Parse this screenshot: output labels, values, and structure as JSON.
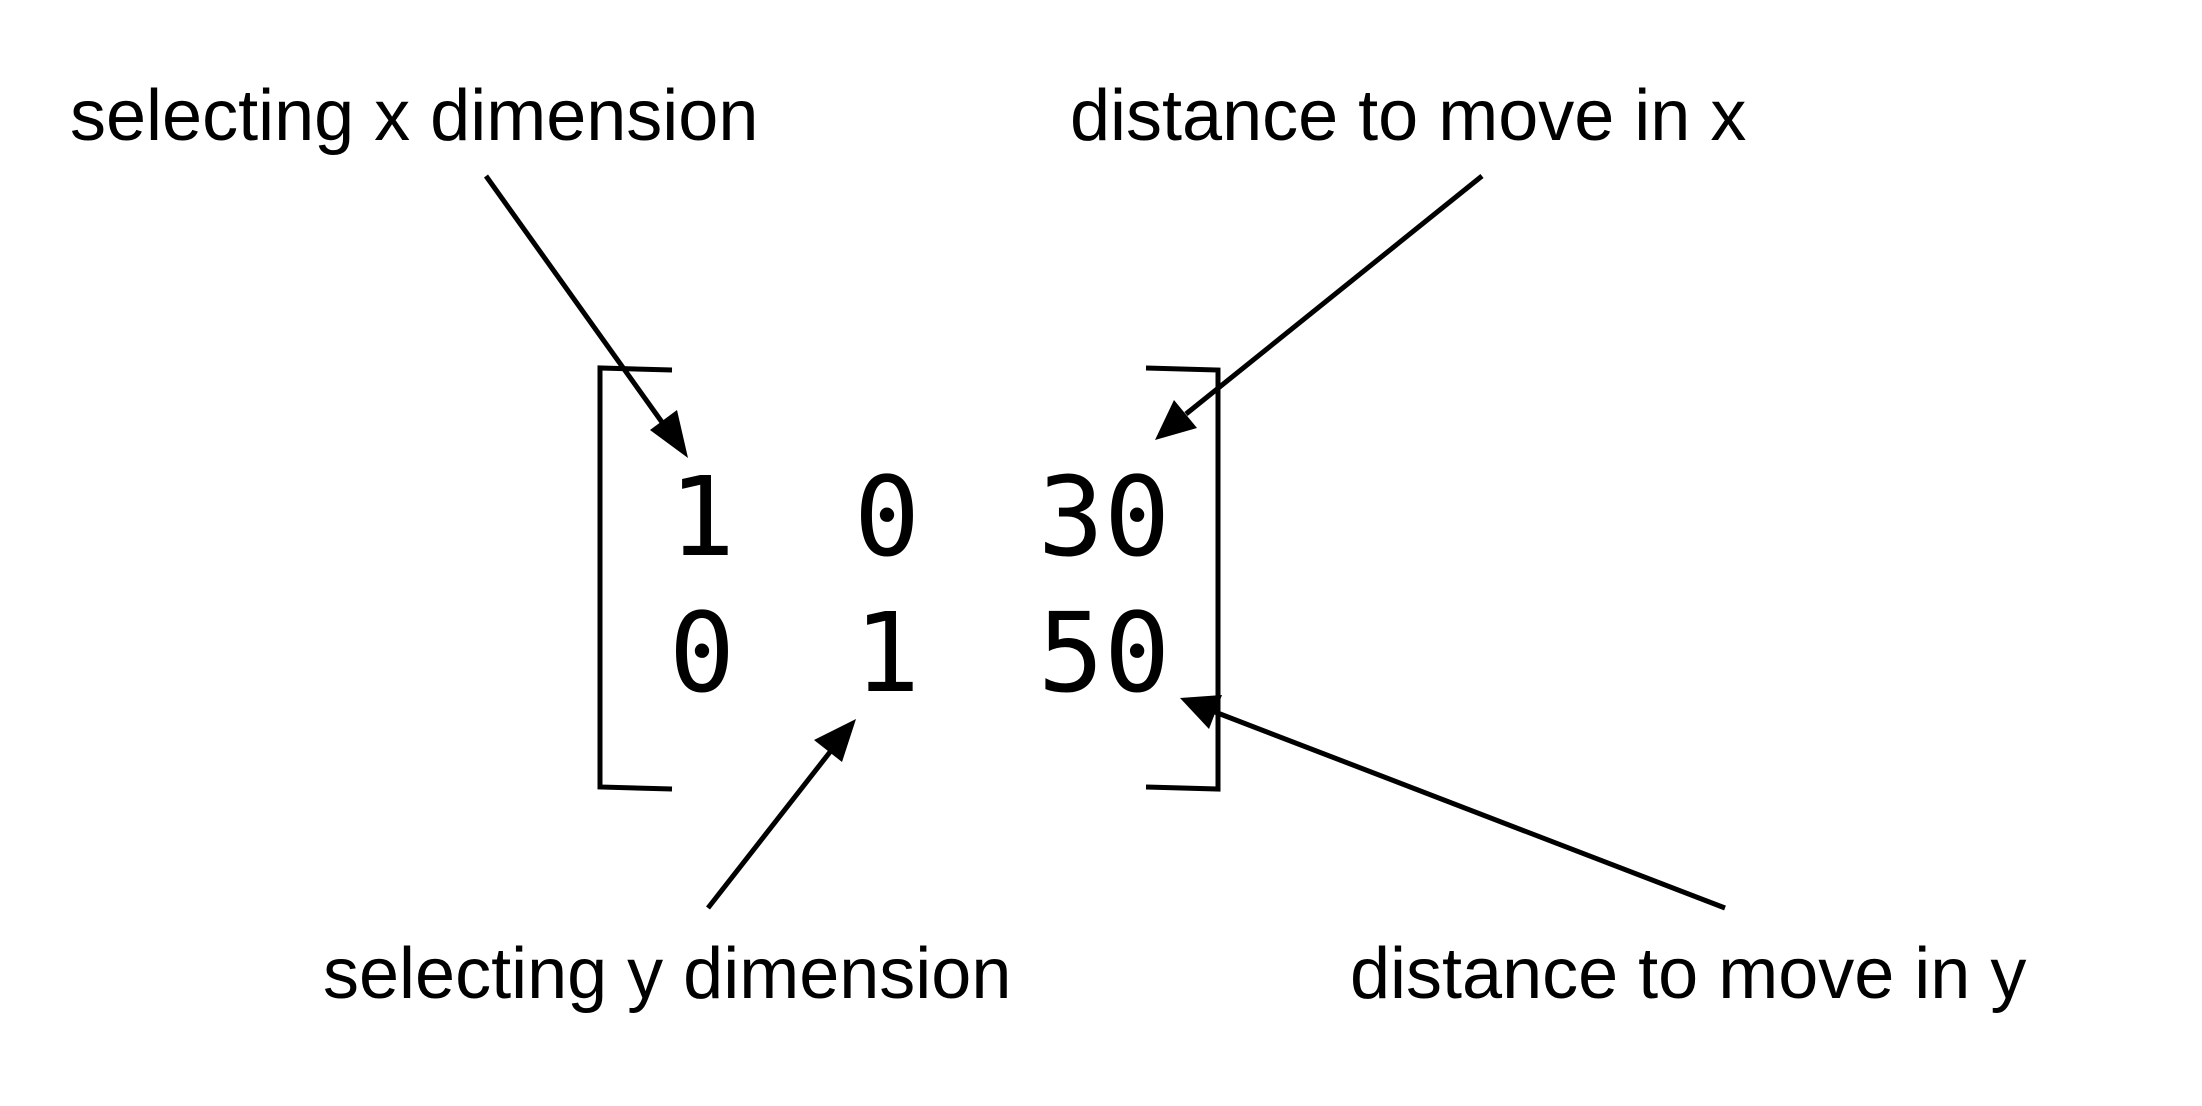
{
  "labels": {
    "top_left": "selecting x dimension",
    "top_right": "distance to move in x",
    "bottom_left": "selecting y dimension",
    "bottom_right": "distance to move in y"
  },
  "matrix": {
    "rows": [
      [
        "1",
        "0",
        "30"
      ],
      [
        "0",
        "1",
        "50"
      ]
    ]
  }
}
